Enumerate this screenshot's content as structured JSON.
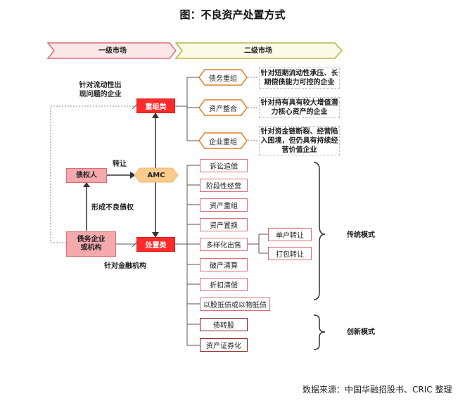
{
  "title": "图：不良资产处置方式",
  "markets": {
    "primary": "一级市场",
    "secondary": "二级市场"
  },
  "left": {
    "liquidity_note": [
      "针对流动性出",
      "现问题的企业"
    ],
    "creditor": "债权人",
    "transfer_label": "转让",
    "amc": "AMC",
    "form_bad_debt": "形成不良债权",
    "debtor": [
      "债务企业",
      "或机构"
    ],
    "financial_note": "针对金融机构"
  },
  "restructure": {
    "label": "重组类",
    "items": [
      {
        "name": "债务重组",
        "desc": [
          "针对短期流动性承压、长",
          "期偿债能力可控的企业"
        ]
      },
      {
        "name": "资产整合",
        "desc": [
          "针对持有具有较大增值潜",
          "力核心资产的企业"
        ]
      },
      {
        "name": "企业重组",
        "desc": [
          "针对资金链断裂、经营陷",
          "入困境，但仍具有持续经",
          "营价值企业"
        ]
      }
    ]
  },
  "disposal": {
    "label": "处置类",
    "traditional": [
      "诉讼追偿",
      "阶段性经营",
      "资产重组",
      "资产置换",
      "多样化出售",
      "破产清算",
      "折扣清偿",
      "以股抵债或以物抵债"
    ],
    "sale_sub": [
      "单户转让",
      "打包转让"
    ],
    "innovative": [
      "债转股",
      "资产证券化"
    ],
    "traditional_label": "传统模式",
    "innovative_label": "创新模式"
  },
  "source": "数据来源：中国华融招股书、CRIC 整理",
  "colors": {
    "red": "#ff2b2b",
    "pink": "#f4a9ad",
    "dark_red": "#8a1f1f",
    "orange": "#d9822b",
    "olive": "#b5b54a",
    "amc_hex": "#f9cc8e"
  }
}
